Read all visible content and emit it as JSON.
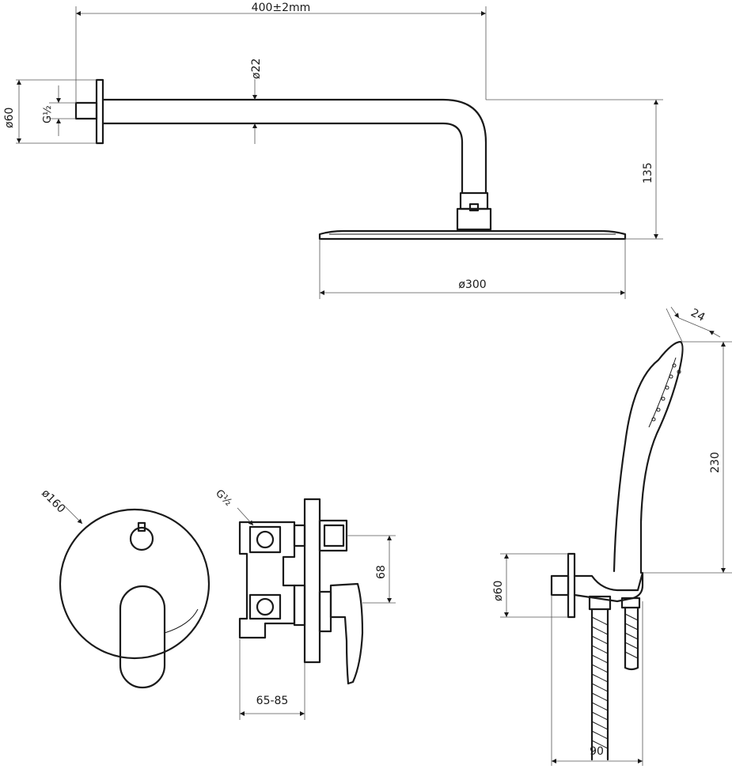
{
  "top": {
    "arm_length": "400±2mm",
    "arm_diameter": "ø22",
    "flange_diameter": "ø60",
    "thread": "G½",
    "drop_height": "135",
    "head_diameter": "ø300"
  },
  "mixer": {
    "plate_diameter": "ø160",
    "thread": "G½",
    "port_spacing": "68",
    "depth": "65-85"
  },
  "hand_shower": {
    "head_width": "24",
    "length": "230",
    "outlet_diameter": "ø60",
    "depth": "90"
  }
}
